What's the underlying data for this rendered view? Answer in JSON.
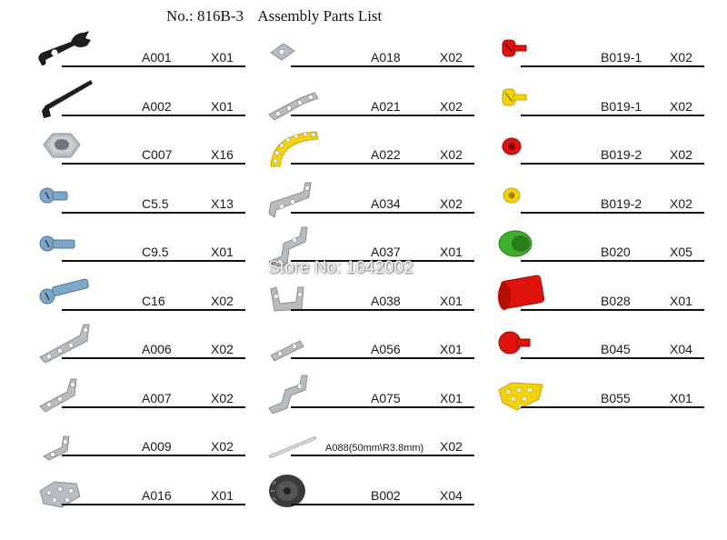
{
  "header": {
    "model": "No.: 816B-3",
    "title": "Assembly Parts List"
  },
  "watermark": "Store No: 1642002",
  "colors": {
    "metal": "#b8bcbe",
    "metal_dark": "#8a8f93",
    "yellow": "#f3d10f",
    "red": "#e0120c",
    "green": "#3fae2a",
    "black": "#1e1e1e"
  },
  "columns": [
    {
      "parts": [
        {
          "code": "A001",
          "qty": "X01",
          "icon": "wrench-icon"
        },
        {
          "code": "A002",
          "qty": "X01",
          "icon": "hex-key-icon"
        },
        {
          "code": "C007",
          "qty": "X16",
          "icon": "hex-nut-icon"
        },
        {
          "code": "C5.5",
          "qty": "X13",
          "icon": "short-screw-icon"
        },
        {
          "code": "C9.5",
          "qty": "X01",
          "icon": "medium-screw-icon"
        },
        {
          "code": "C16",
          "qty": "X02",
          "icon": "long-screw-icon"
        },
        {
          "code": "A006",
          "qty": "X02",
          "icon": "angle-strip-icon"
        },
        {
          "code": "A007",
          "qty": "X02",
          "icon": "angle-strip-short-icon"
        },
        {
          "code": "A009",
          "qty": "X02",
          "icon": "small-angle-bracket-icon"
        },
        {
          "code": "A016",
          "qty": "X01",
          "icon": "pentagon-plate-icon"
        }
      ]
    },
    {
      "parts": [
        {
          "code": "A018",
          "qty": "X02",
          "icon": "small-flat-plate-icon"
        },
        {
          "code": "A021",
          "qty": "X02",
          "icon": "l-plate-icon"
        },
        {
          "code": "A022",
          "qty": "X02",
          "icon": "curved-strip-icon"
        },
        {
          "code": "A034",
          "qty": "X02",
          "icon": "double-bracket-icon"
        },
        {
          "code": "A037",
          "qty": "X01",
          "icon": "z-bracket-icon"
        },
        {
          "code": "A038",
          "qty": "X01",
          "icon": "u-bracket-icon"
        },
        {
          "code": "A056",
          "qty": "X01",
          "icon": "short-strip-icon"
        },
        {
          "code": "A075",
          "qty": "X01",
          "icon": "offset-bracket-icon"
        },
        {
          "code": "A088(50mm\\R3.8mm)",
          "qty": "X02",
          "icon": "axle-rod-icon"
        },
        {
          "code": "B002",
          "qty": "X04",
          "icon": "tire-wheel-icon"
        }
      ]
    },
    {
      "parts": [
        {
          "code": "B019-1",
          "qty": "X02",
          "icon": "red-bolt-icon"
        },
        {
          "code": "B019-1",
          "qty": "X02",
          "icon": "yellow-bolt-icon"
        },
        {
          "code": "B019-2",
          "qty": "X02",
          "icon": "red-nut-icon"
        },
        {
          "code": "B019-2",
          "qty": "X02",
          "icon": "yellow-nut-icon"
        },
        {
          "code": "B020",
          "qty": "X05",
          "icon": "green-spacer-icon"
        },
        {
          "code": "B028",
          "qty": "X01",
          "icon": "red-cylinder-icon"
        },
        {
          "code": "B045",
          "qty": "X04",
          "icon": "red-knob-icon"
        },
        {
          "code": "B055",
          "qty": "X01",
          "icon": "yellow-plate-icon"
        }
      ]
    }
  ]
}
